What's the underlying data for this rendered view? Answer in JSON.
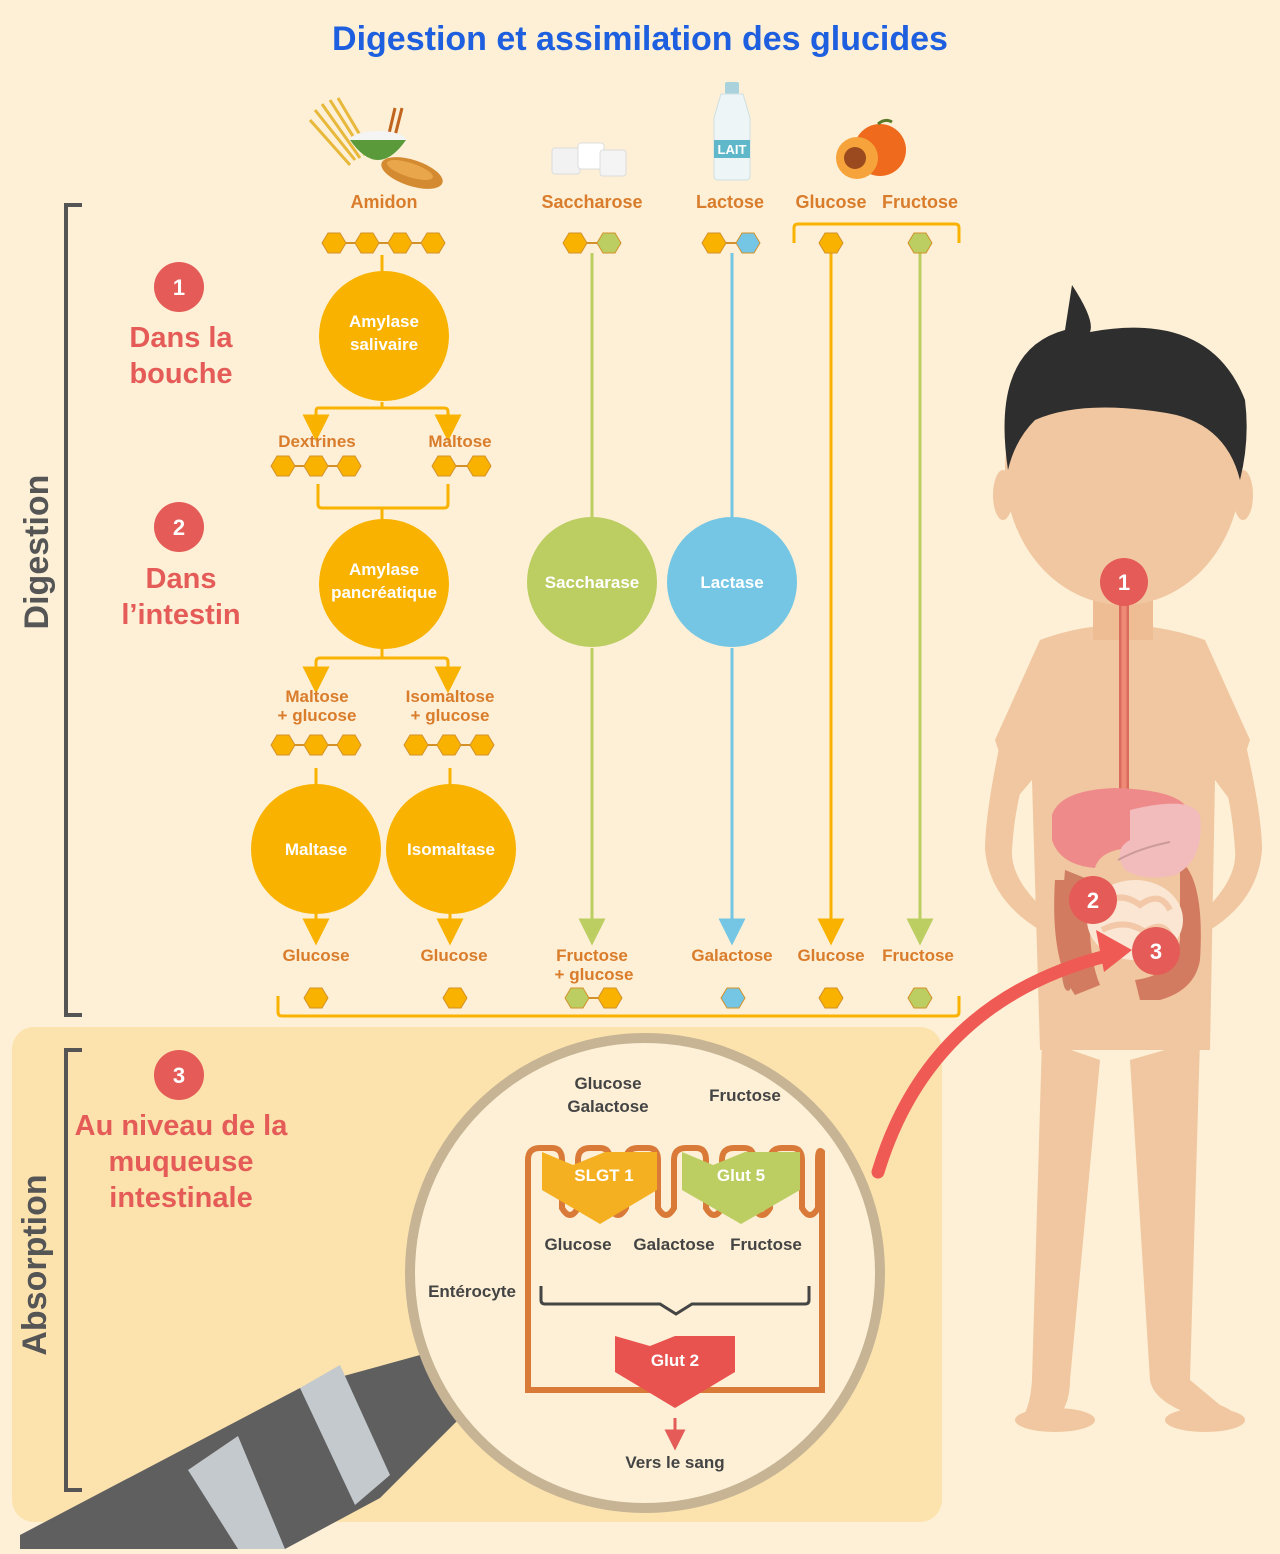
{
  "title": "Digestion et assimilation des glucides",
  "foods": {
    "amidon": "Amidon",
    "saccharose": "Saccharose",
    "lactose": "Lactose",
    "glucose": "Glucose",
    "fructose": "Fructose",
    "bottle_label": "LAIT"
  },
  "phases": {
    "digestion": "Digestion",
    "absorption": "Absorption"
  },
  "steps": [
    {
      "number": "1",
      "line1": "Dans la",
      "line2": "bouche",
      "line3": ""
    },
    {
      "number": "2",
      "line1": "Dans",
      "line2": "l’intestin",
      "line3": ""
    },
    {
      "number": "3",
      "line1": "Au niveau de la",
      "line2": "muqueuse",
      "line3": "intestinale"
    }
  ],
  "enzymes": {
    "amylase_salivaire_1": "Amylase",
    "amylase_salivaire_2": "salivaire",
    "amylase_pancreatique_1": "Amylase",
    "amylase_pancreatique_2": "pancréatique",
    "saccharase": "Saccharase",
    "lactase": "Lactase",
    "maltase": "Maltase",
    "isomaltase": "Isomaltase"
  },
  "intermediates": {
    "dextrines": "Dextrines",
    "maltose": "Maltose",
    "maltose_glucose_1": "Maltose",
    "maltose_glucose_2": "+ glucose",
    "isomaltose_glucose_1": "Isomaltose",
    "isomaltose_glucose_2": "+ glucose"
  },
  "products": {
    "glucose_a": "Glucose",
    "glucose_b": "Glucose",
    "fructose_glucose_1": "Fructose",
    "fructose_glucose_2": "+ glucose",
    "galactose": "Galactose",
    "glucose_c": "Glucose",
    "fructose": "Fructose"
  },
  "absorption": {
    "glucose_galactose_1": "Glucose",
    "glucose_galactose_2": "Galactose",
    "fructose": "Fructose",
    "slgt1": "SLGT 1",
    "glut5": "Glut 5",
    "glut2": "Glut 2",
    "out_glucose": "Glucose",
    "out_galactose": "Galactose",
    "out_fructose": "Fructose",
    "enterocyte": "Entérocyte",
    "vers_sang": "Vers le sang"
  },
  "body_markers": [
    "1",
    "2",
    "3"
  ],
  "colors": {
    "background": "#fdf0d6",
    "absorption_panel": "#fce3ae",
    "title": "#1e5fe0",
    "orange": "#f9b200",
    "green": "#bccd62",
    "blue": "#74c6e4",
    "red": "#e45b57",
    "label_orange": "#d97c2b",
    "bracket": "#555555"
  }
}
